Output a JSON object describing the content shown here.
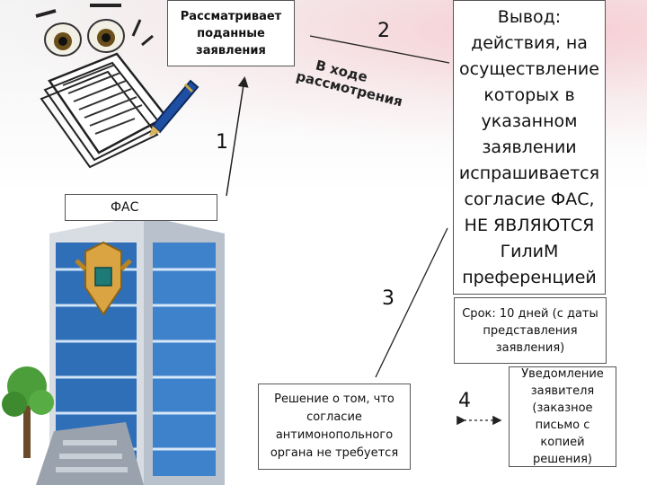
{
  "boxes": {
    "reviews": "Рассматривает поданные заявления",
    "conclusion": "Вывод: действия, на осуществление которых в указанном заявлении испрашивается согласие ФАС, НЕ ЯВЛЯЮТСЯ ГилиМ преференцией",
    "fas": "ФАС",
    "deadline": "Срок: 10 дней (с даты представления заявления)",
    "decision": "Решение о том, что согласие антимонопольного органа не требуется",
    "notify": "Уведомление заявителя (заказное письмо с копией решения)"
  },
  "steps": {
    "s1": "1",
    "s2": "2",
    "s3": "3",
    "s4": "4"
  },
  "review_note": [
    "В ходе",
    "рассмотрения"
  ]
}
